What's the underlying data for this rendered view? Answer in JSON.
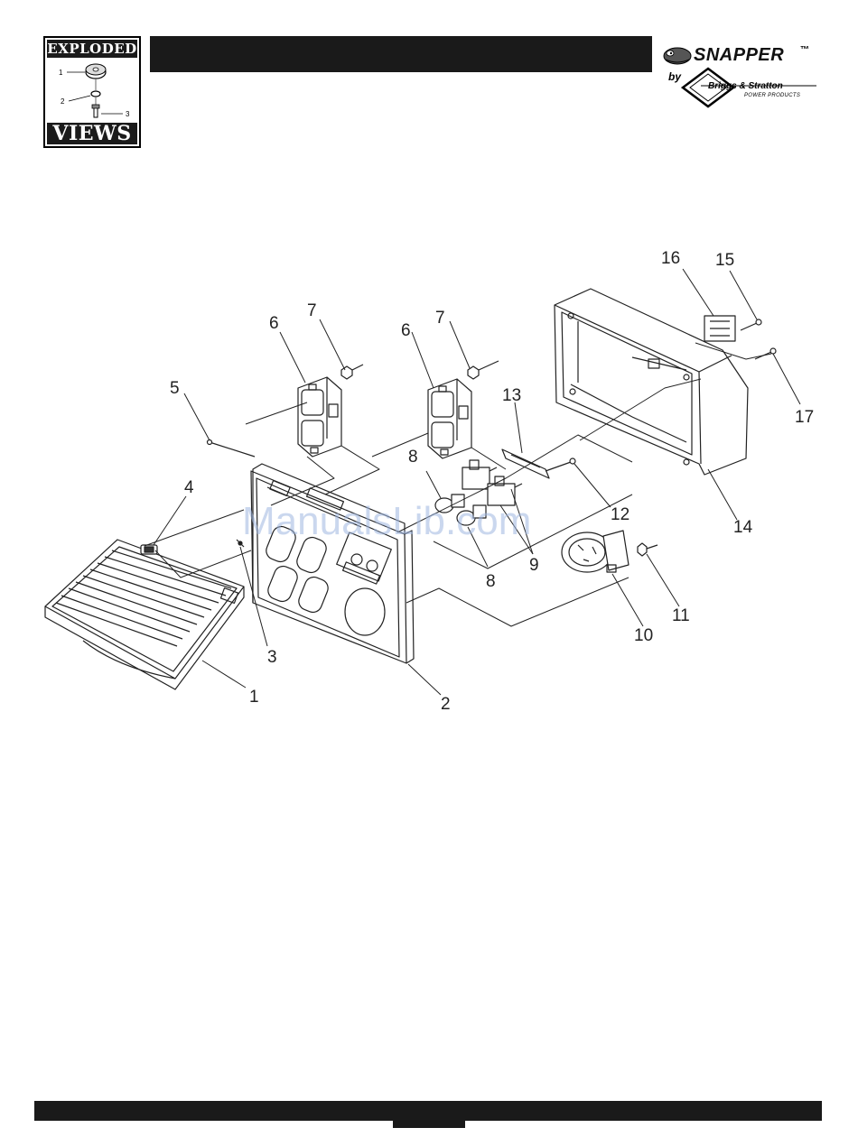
{
  "badge": {
    "top_text": "EXPLODED",
    "bottom_text": "VIEWS",
    "callouts": [
      "1",
      "2",
      "3"
    ]
  },
  "brand": {
    "name": "SNAPPER",
    "trademark": "™",
    "by": "by",
    "partner": "Briggs & Stratton",
    "partner_sub": "POWER PRODUCTS"
  },
  "diagram": {
    "watermark": "ManualsLib.com",
    "callouts": {
      "c1": "1",
      "c2": "2",
      "c3": "3",
      "c4": "4",
      "c5": "5",
      "c6a": "6",
      "c6b": "6",
      "c7a": "7",
      "c7b": "7",
      "c8a": "8",
      "c8b": "8",
      "c9": "9",
      "c10": "10",
      "c11": "11",
      "c12": "12",
      "c13": "13",
      "c14": "14",
      "c15": "15",
      "c16": "16",
      "c17": "17"
    }
  },
  "colors": {
    "bars": "#1a1a1a",
    "line_art": "#222222",
    "watermark": "#9fb6e0"
  }
}
